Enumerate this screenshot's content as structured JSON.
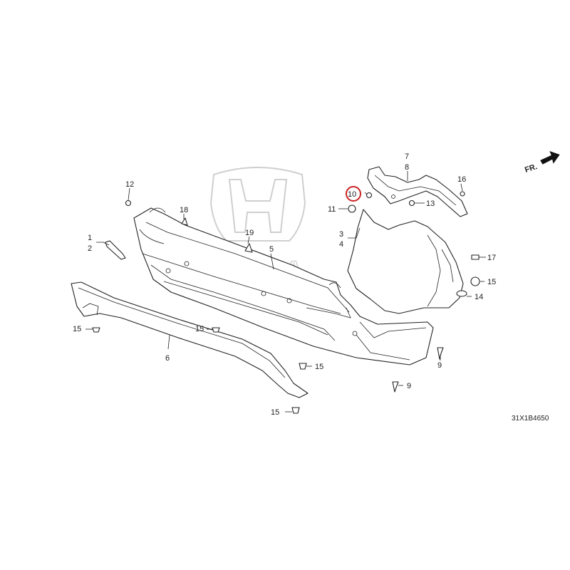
{
  "diagram": {
    "part_code": "31X1B4650",
    "direction_label": "FR.",
    "watermark_text": "HONDA",
    "highlight_color": "#cc2222",
    "highlighted_callout": "10",
    "callouts": {
      "c1": "1",
      "c2": "2",
      "c3": "3",
      "c4": "4",
      "c5": "5",
      "c6": "6",
      "c7": "7",
      "c8": "8",
      "c9a": "9",
      "c9b": "9",
      "c10": "10",
      "c11": "11",
      "c12": "12",
      "c13": "13",
      "c14": "14",
      "c15a": "15",
      "c15b": "15",
      "c15c": "15",
      "c15d": "15",
      "c15e": "15",
      "c16": "16",
      "c17": "17",
      "c18": "18",
      "c19": "19"
    }
  }
}
